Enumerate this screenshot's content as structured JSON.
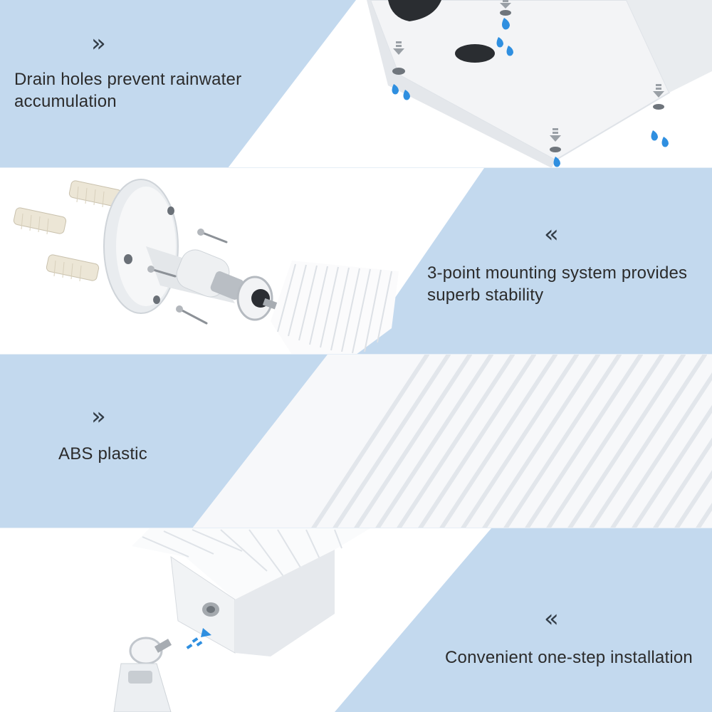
{
  "features": [
    {
      "icon": "chevron-right-double-icon",
      "glyph": "»",
      "text_line1": "Drain holes prevent rainwater",
      "text_line2": "accumulation"
    },
    {
      "icon": "chevron-left-double-icon",
      "glyph": "«",
      "text_line1": "3-point mounting system provides",
      "text_line2": "superb stability"
    },
    {
      "icon": "chevron-right-double-icon",
      "glyph": "»",
      "text_line1": "ABS plastic",
      "text_line2": ""
    },
    {
      "icon": "chevron-left-double-icon",
      "glyph": "«",
      "text_line1": "Convenient one-step installation",
      "text_line2": ""
    }
  ],
  "colors": {
    "panel_blue": "#c3d9ee",
    "text": "#2b2b2b",
    "chevron": "#333d47",
    "water_drop": "#2f8fe0",
    "product_white": "#f4f6f8"
  }
}
